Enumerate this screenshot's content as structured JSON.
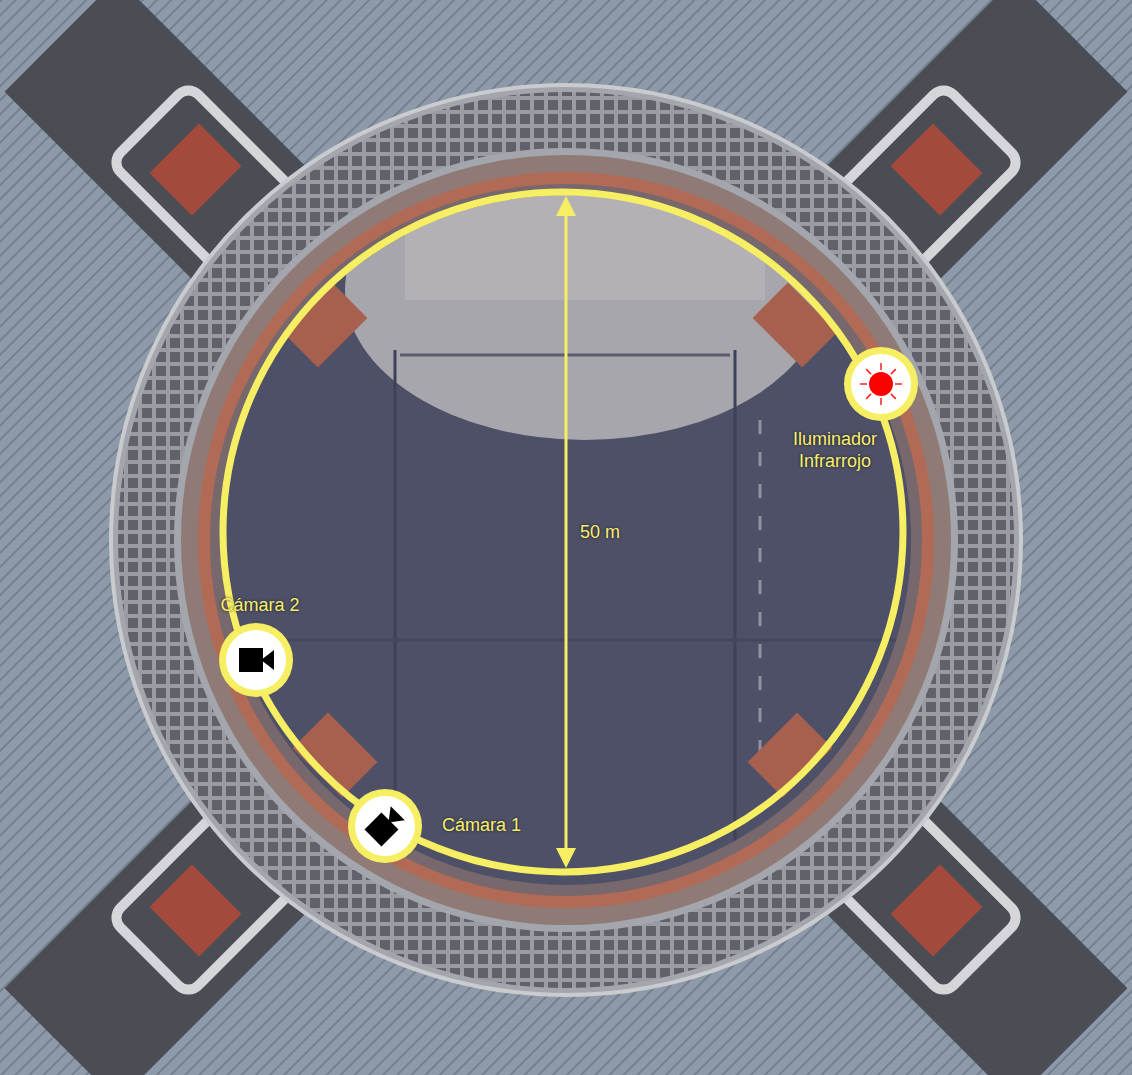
{
  "diagram": {
    "nodes": [
      {
        "text": [
          "Cámara 2"
        ]
      },
      {
        "text": [
          "Cámara 1"
        ]
      },
      {
        "text": [
          "Iluminador Infrarrojo"
        ]
      }
    ],
    "labels": [
      "50 m"
    ]
  }
}
